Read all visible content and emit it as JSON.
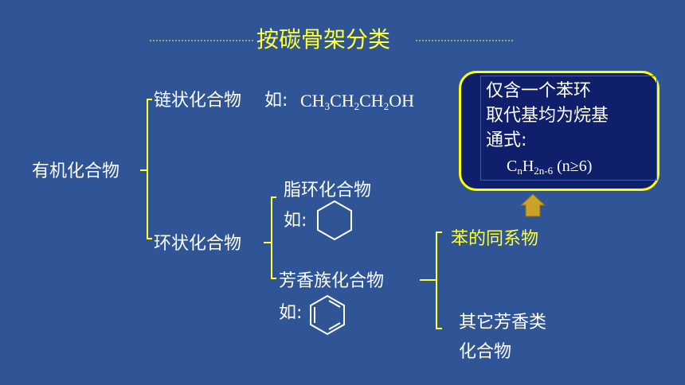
{
  "title": "按碳骨架分类",
  "root": "有机化合物",
  "chain": {
    "label": "链状化合物",
    "example_prefix": "如:",
    "formula_parts": [
      "CH",
      "3",
      "CH",
      "2",
      "CH",
      "2",
      "OH"
    ]
  },
  "ring": {
    "label": "环状化合物",
    "alicyclic": {
      "label": "脂环化合物",
      "example_prefix": "如:"
    },
    "aromatic": {
      "label": "芳香族化合物",
      "example_prefix": "如:",
      "benzene_homologs": "苯的同系物",
      "other_line1": "其它芳香类",
      "other_line2": "化合物"
    }
  },
  "callout": {
    "line1": "仅含一个苯环",
    "line2": "取代基均为烷基",
    "line3": "通式:",
    "formula_parts": [
      "C",
      "n",
      "H",
      "2n-6",
      " (n≥6)"
    ]
  },
  "colors": {
    "background": "#2f5597",
    "highlight": "#ffff33",
    "callout_bg": "#0f1f6b",
    "arrow": "#c9a227"
  }
}
